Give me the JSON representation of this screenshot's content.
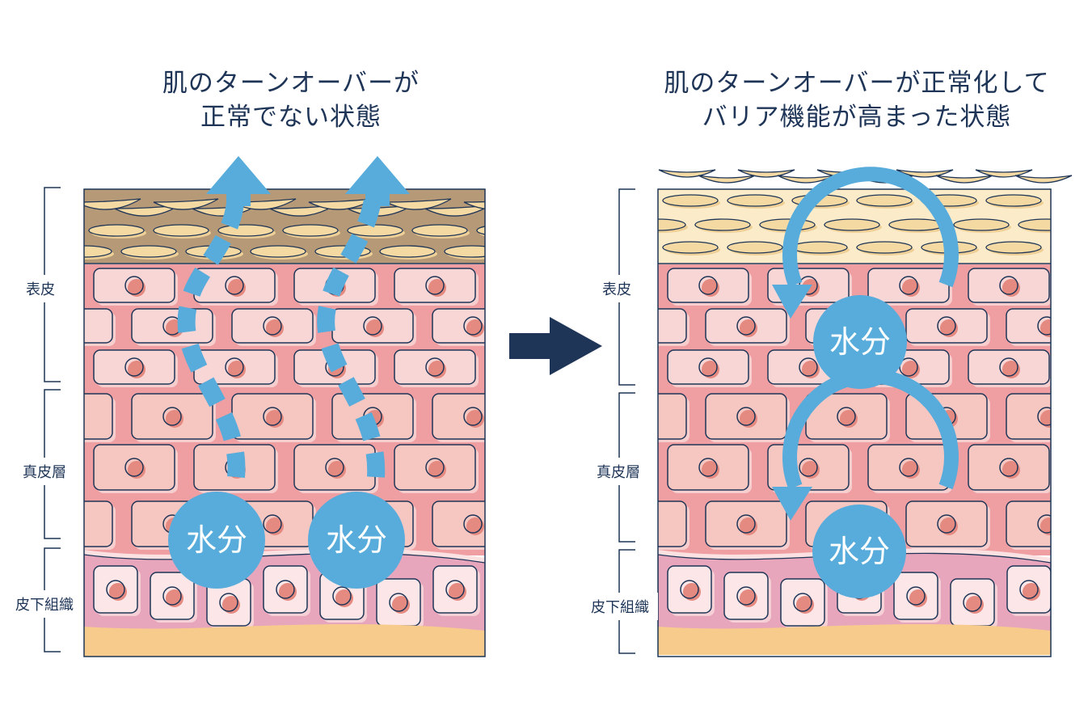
{
  "panels": [
    {
      "id": "unhealthy",
      "title_line1": "肌のターンオーバーが",
      "title_line2": "正常でない状態",
      "water_labels": [
        "水分",
        "水分"
      ],
      "water_flow": "escaping-upward",
      "stratum_corneum_state": "rough-dry"
    },
    {
      "id": "healthy",
      "title_line1": "肌のターンオーバーが正常化して",
      "title_line2": "バリア機能が高まった状態",
      "water_labels": [
        "水分",
        "水分"
      ],
      "water_flow": "retained-circulating",
      "stratum_corneum_state": "smooth-hydrated"
    }
  ],
  "layer_labels": {
    "epidermis": "表皮",
    "dermis": "真皮層",
    "subcutaneous": "皮下組織"
  },
  "transition_arrow": "arrow-right-icon",
  "colors": {
    "text": "#1e3557",
    "water_blue": "#58acdb",
    "horny_dry": "#b69a78",
    "horny_healthy": "#fcebc9",
    "flake": "#f5d9a2",
    "epidermis_bg": "#ef9ea1",
    "cell_light": "#f9d6d6",
    "cell_dermis": "#f6c6c1",
    "subcut_bg": "#e8a6bc",
    "subcut_cell": "#fce6e7",
    "nucleus": "#e58a80",
    "fat": "#f7cb8c",
    "outline": "#1e3557"
  }
}
